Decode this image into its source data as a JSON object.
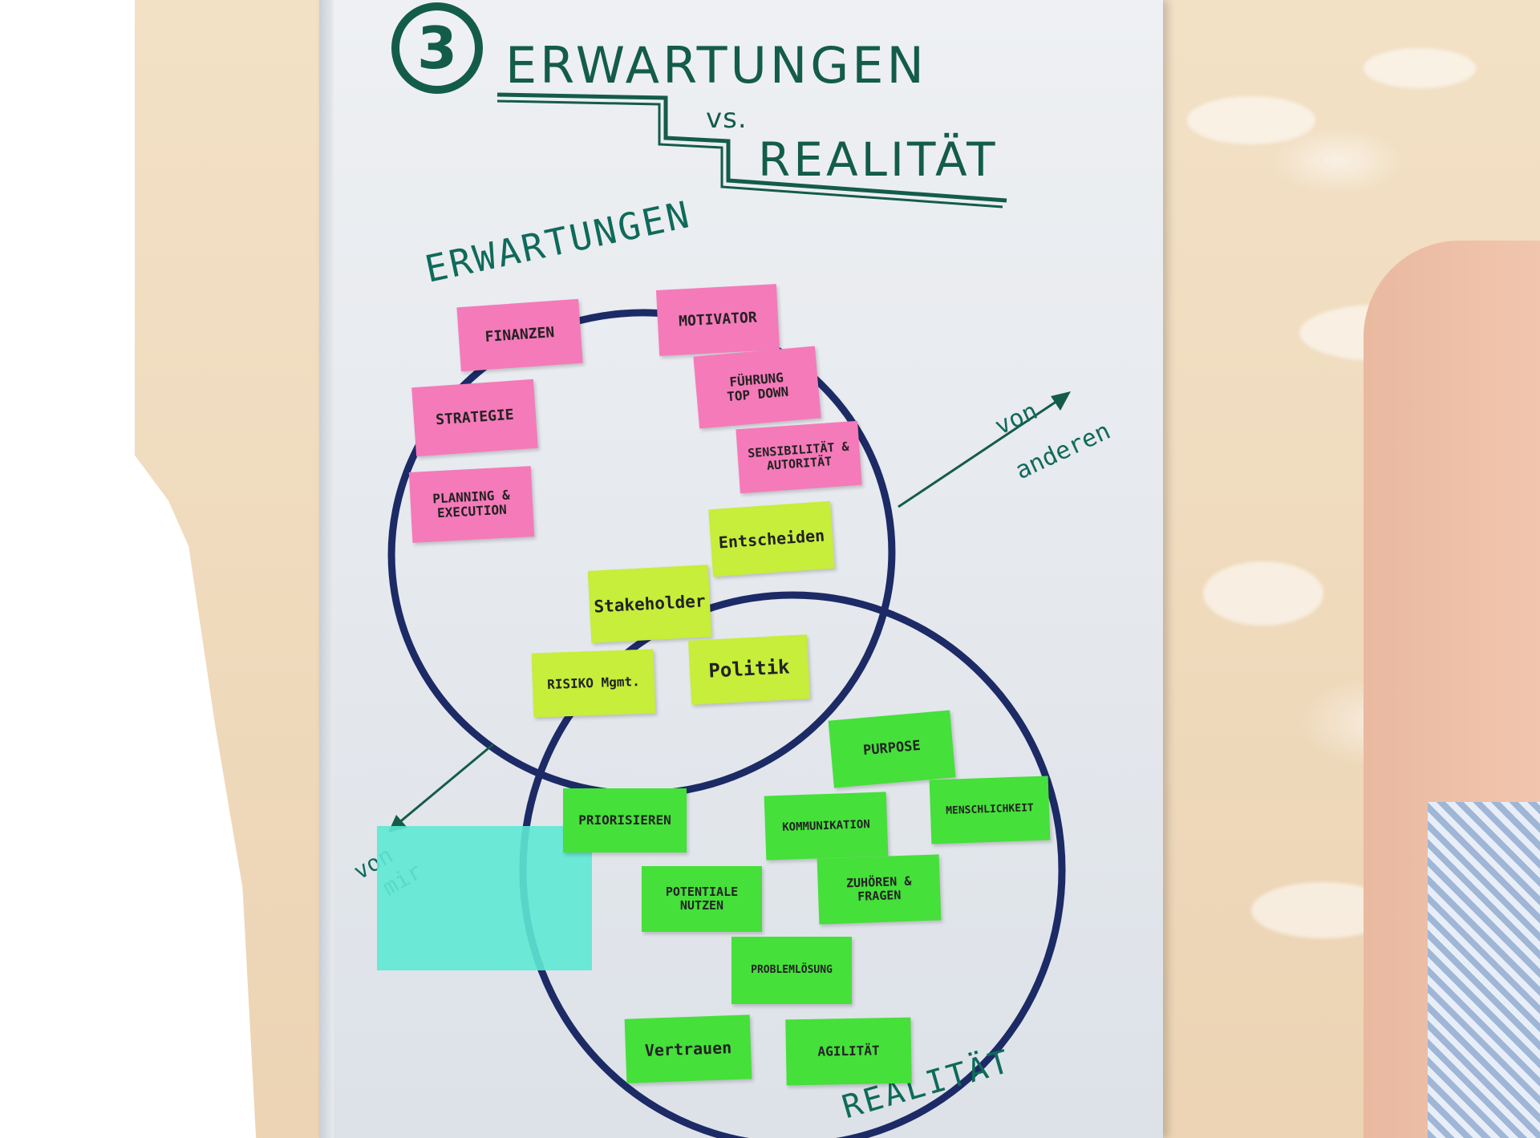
{
  "poster": {
    "number": "3",
    "title_line1": "ERWARTUNGEN",
    "title_line2": "vs.",
    "title_line3": "REALITÄT"
  },
  "circles": {
    "top_label": "ERWARTUNGEN",
    "bottom_label": "REALITÄT"
  },
  "arrows": {
    "right_label_1": "von",
    "right_label_2": "anderen",
    "left_label_1": "von",
    "left_label_2": "mir"
  },
  "notes": {
    "pink": [
      "FINANZEN",
      "MOTIVATOR",
      "STRATEGIE",
      "FÜHRUNG\nTOP DOWN",
      "SENSIBILITÄT &\nAUTORITÄT",
      "PLANNING &\nEXECUTION"
    ],
    "lime": [
      "Entscheiden",
      "Stakeholder",
      "Politik",
      "RISIKO Mgmt."
    ],
    "green": [
      "PURPOSE",
      "PRIORISIEREN",
      "KOMMUNIKATION",
      "MENSCHLICHKEIT",
      "POTENTIALE\nNUTZEN",
      "ZUHÖREN &\nFRAGEN",
      "PROBLEMLÖSUNG",
      "Vertrauen",
      "AGILITÄT"
    ]
  },
  "colors": {
    "ink_green": "#145c4a",
    "circle_navy": "#1c2a66",
    "pink": "#f57ab9",
    "lime": "#c6ee3a",
    "green": "#45e03a"
  }
}
